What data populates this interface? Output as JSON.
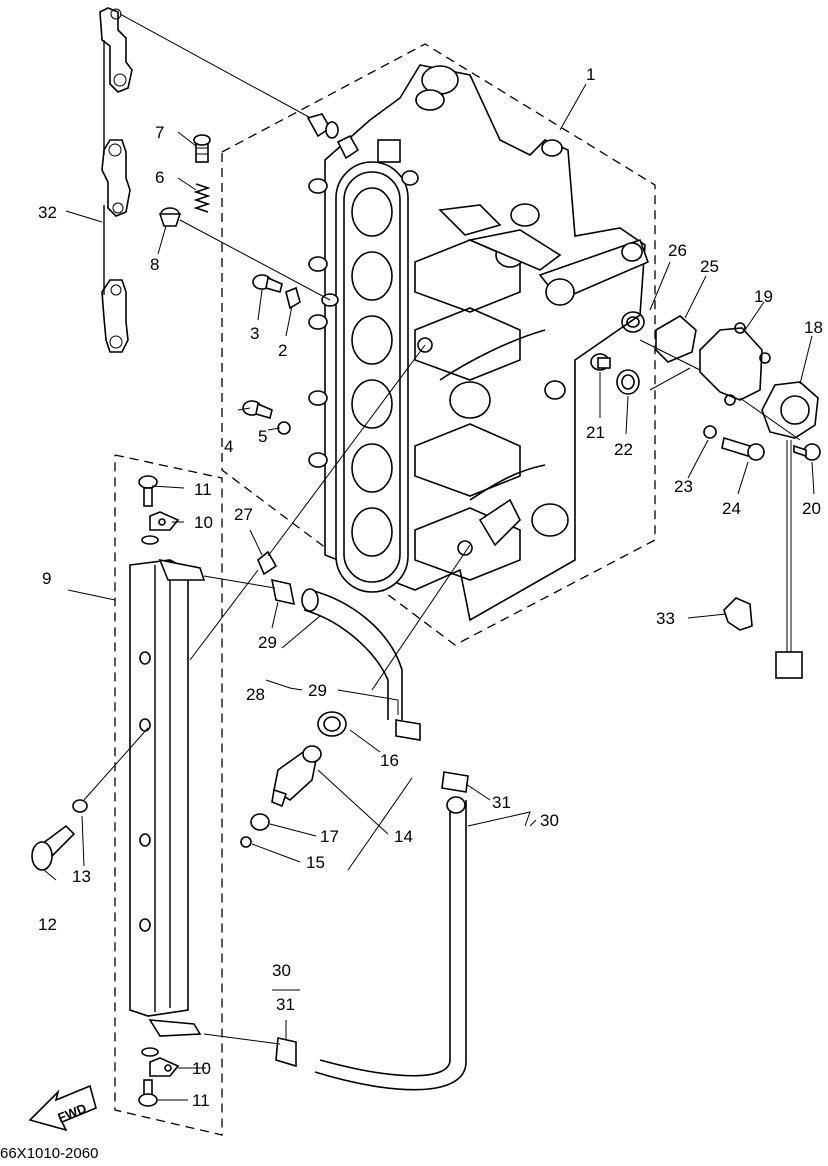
{
  "diagram_code": "66X1010-2060",
  "direction_label": "FWD",
  "callouts": {
    "c1": "1",
    "c2": "2",
    "c3": "3",
    "c4": "4",
    "c5": "5",
    "c6": "6",
    "c7": "7",
    "c8": "8",
    "c9": "9",
    "c10a": "10",
    "c10b": "10",
    "c11a": "11",
    "c11b": "11",
    "c12": "12",
    "c13": "13",
    "c14": "14",
    "c15": "15",
    "c16": "16",
    "c17": "17",
    "c18": "18",
    "c19": "19",
    "c20": "20",
    "c21": "21",
    "c22": "22",
    "c23": "23",
    "c24": "24",
    "c25": "25",
    "c26": "26",
    "c27": "27",
    "c28": "28",
    "c29a": "29",
    "c29b": "29",
    "c30a": "30",
    "c30b": "30",
    "c31a": "31",
    "c31b": "31",
    "c32": "32",
    "c33": "33"
  }
}
